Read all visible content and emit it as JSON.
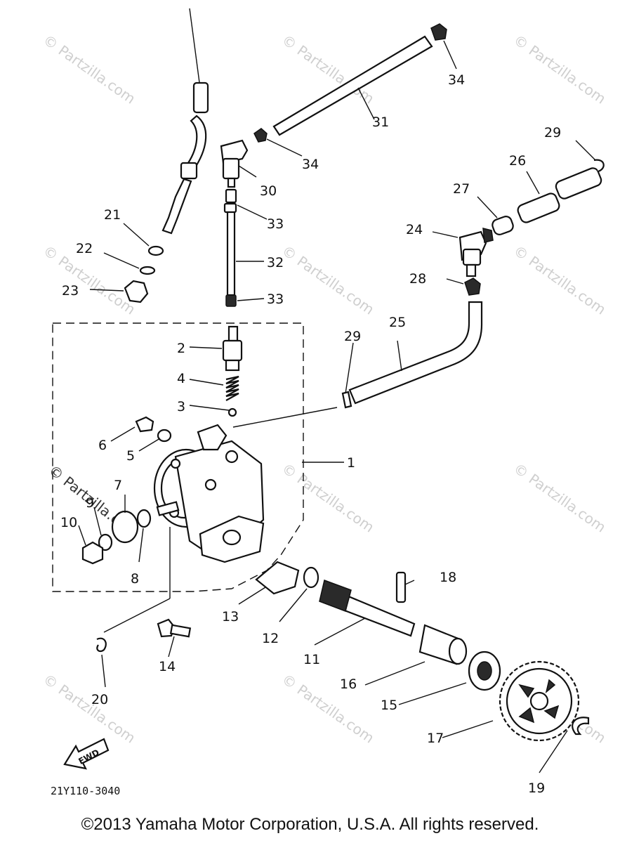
{
  "diagram": {
    "code": "21Y110-3040",
    "fwd_label": "FWD",
    "copyright": "©2013 Yamaha Motor Corporation, U.S.A. All rights reserved.",
    "watermark": "© Partzilla.com",
    "callouts": [
      "1",
      "2",
      "3",
      "4",
      "5",
      "6",
      "7",
      "8",
      "9",
      "10",
      "11",
      "12",
      "13",
      "14",
      "15",
      "16",
      "17",
      "18",
      "19",
      "20",
      "21",
      "22",
      "23",
      "24",
      "25",
      "26",
      "27",
      "28",
      "29",
      "29",
      "30",
      "31",
      "32",
      "33",
      "33",
      "34",
      "34"
    ]
  }
}
